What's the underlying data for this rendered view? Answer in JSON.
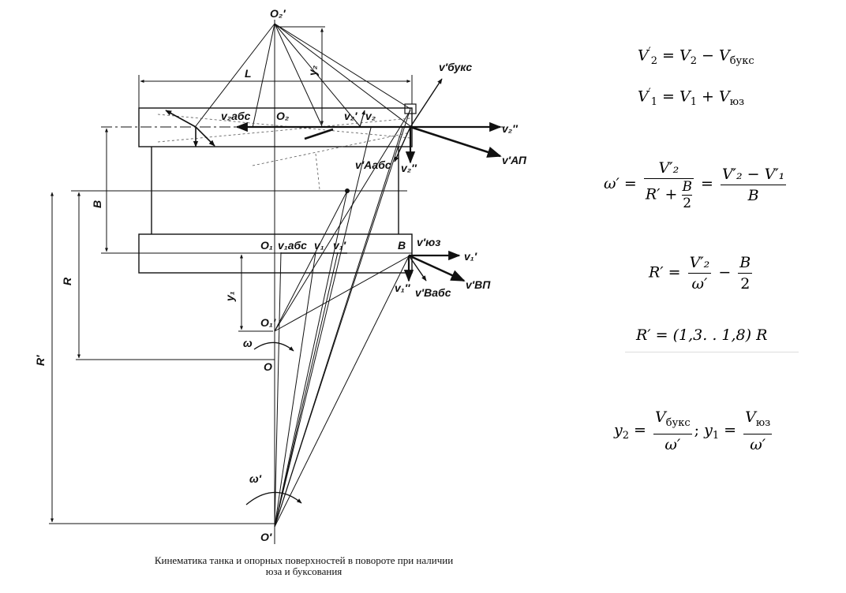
{
  "diagram": {
    "labels": {
      "O2p": "O₂′",
      "L": "L",
      "y2": "y₂",
      "v_buks": "v′букс",
      "v2abs": "v₂абс",
      "O2": "O₂",
      "v2p": "v₂′",
      "v2": "v₂",
      "v2pp_right": "v₂″",
      "vAP": "v′АП",
      "vAabs": "v′Аабс",
      "v2pp_low": "v₂″",
      "B_dim": "B",
      "O1": "O₁",
      "v1abs": "v₁абс",
      "v1": "v₁",
      "v1p": "v₁′",
      "B_point": "B",
      "v_yuz": "v′юз",
      "v1p_right": "v₁′",
      "v1pp": "v₁″",
      "vBabs": "v′Вабс",
      "vBP": "v′ВП",
      "y1": "y₁",
      "O1p": "O₁′",
      "omega": "ω",
      "R": "R",
      "O": "O",
      "Rp": "R′",
      "omega_p": "ω′",
      "Op": "O′"
    }
  },
  "caption": {
    "line1": "Кинематика танка и опорных поверхностей в повороте при наличии",
    "line2": "юза и буксования"
  },
  "formulas": {
    "f1": {
      "lhs": "V",
      "lhs_sub": "2",
      "eq": " = ",
      "a": "V",
      "a_sub": "2",
      "op": " − ",
      "b": "V",
      "b_sub": "букс"
    },
    "f2": {
      "lhs": "V",
      "lhs_sub": "1",
      "eq": " = ",
      "a": "V",
      "a_sub": "1",
      "op": " + ",
      "b": "V",
      "b_sub": "юз"
    },
    "f3": {
      "lhs": "ω′",
      "eq": " = ",
      "num1": "V′₂",
      "den1_a": "R′ + ",
      "den1_num": "B",
      "den1_den": "2",
      "eq2": " = ",
      "num2": "V′₂ − V′₁",
      "den2": "B"
    },
    "f4": {
      "lhs": "R′",
      "eq": " = ",
      "num": "V′₂",
      "den": "ω′",
      "op": " − ",
      "num2": "B",
      "den2": "2"
    },
    "f5": {
      "text": "R′ = (1,3. . 1,8) R"
    },
    "f6": {
      "lhs": "y",
      "lhs_sub": "2",
      "eq": " = ",
      "num": "V",
      "num_sub": "букс",
      "den": "ω′",
      "sep": "; ",
      "lhs2": "y",
      "lhs2_sub": "1",
      "eq2": " = ",
      "num2": "V",
      "num2_sub": "юз",
      "den2": "ω′"
    }
  }
}
